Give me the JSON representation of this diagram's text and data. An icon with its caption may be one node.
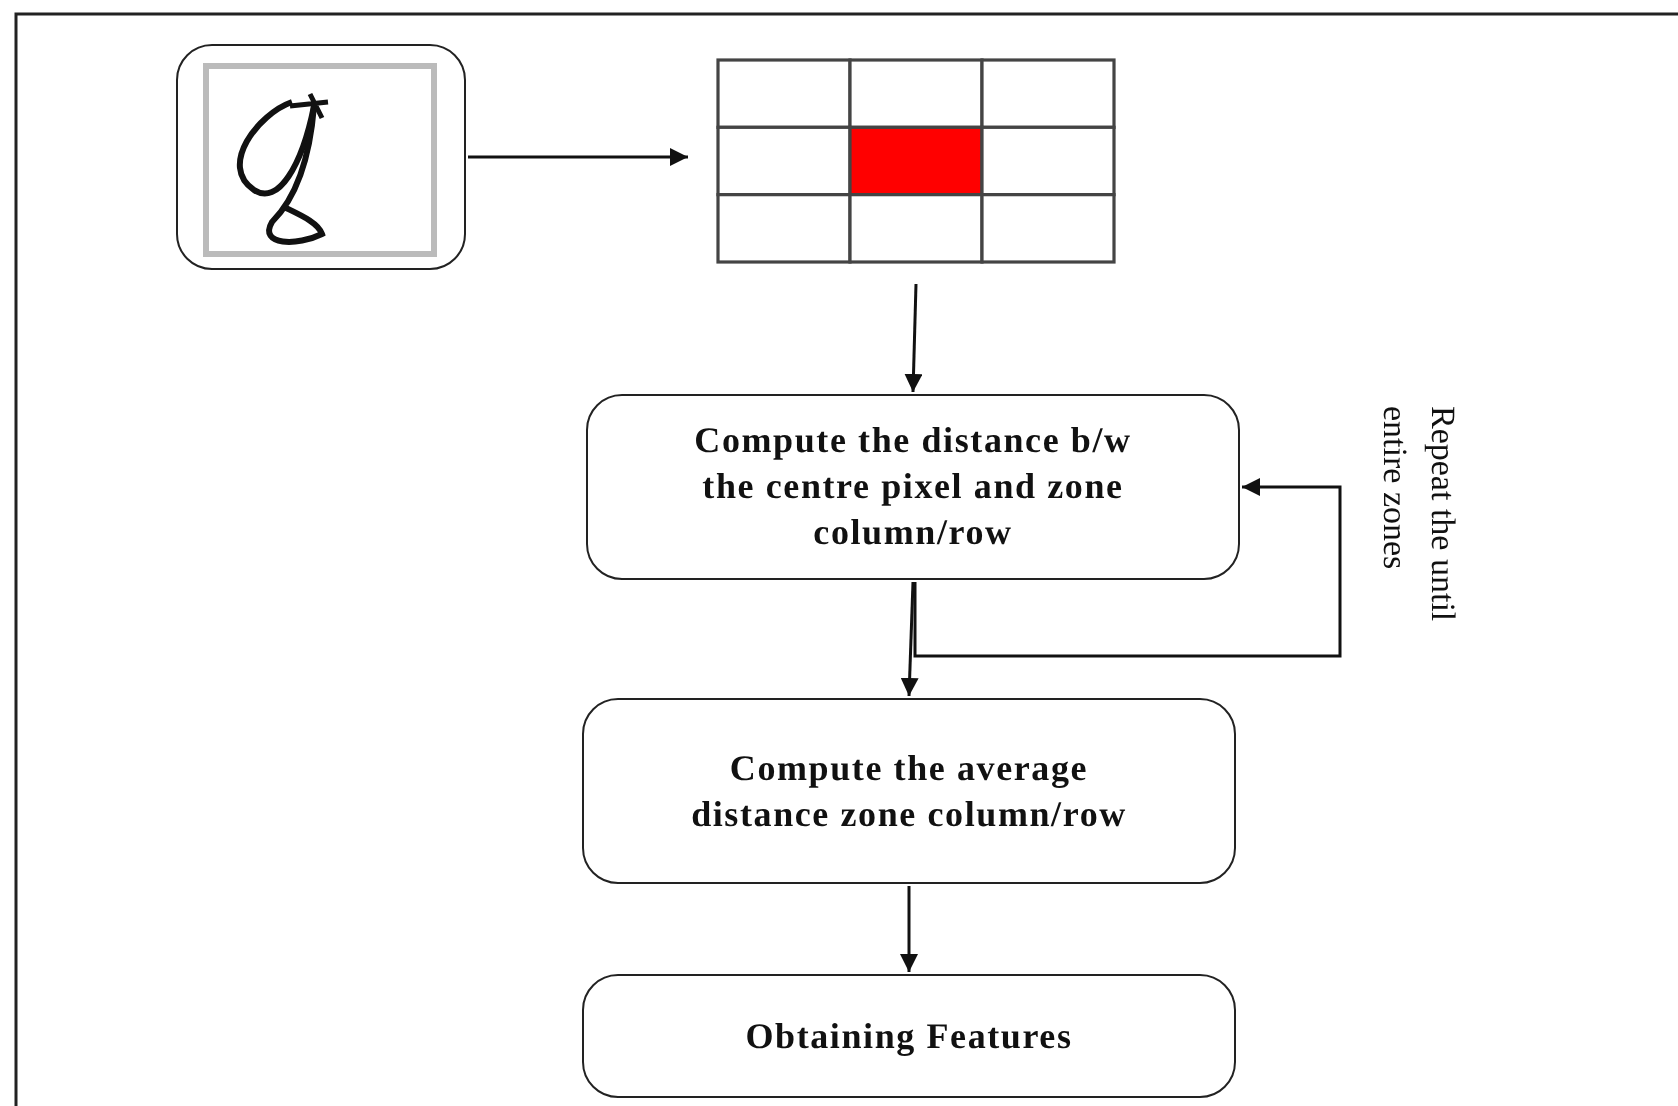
{
  "diagram": {
    "nodes": [
      {
        "text": [],
        "shape": "picture"
      },
      {
        "text": [],
        "shape": "grid"
      },
      {
        "text": [
          "Compute the distance b/w the centre pixel and zone column/row"
        ]
      },
      {
        "text": [
          "Compute the average distance zone column/row"
        ]
      },
      {
        "text": [
          "Obtaining Features"
        ]
      }
    ],
    "edges": [
      {
        "from": 0,
        "to": 1,
        "arrow": "to"
      },
      {
        "from": 1,
        "to": 2,
        "arrow": "to"
      },
      {
        "from": 2,
        "to": 3,
        "arrow": "to"
      },
      {
        "from": 2,
        "to": 2,
        "arrow": "to",
        "label": "Repeat the until entire zones"
      },
      {
        "from": 3,
        "to": 4,
        "arrow": "to"
      }
    ]
  }
}
